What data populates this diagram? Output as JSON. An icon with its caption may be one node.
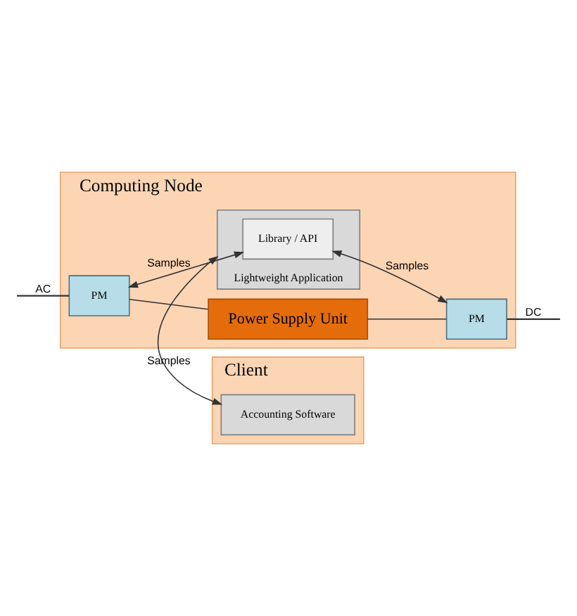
{
  "diagram": {
    "nodes": [
      {
        "text": [
          "Computing Node"
        ]
      },
      {
        "text": [
          "PM"
        ],
        "in": 0
      },
      {
        "text": [
          "Power Supply Unit"
        ],
        "in": 0
      },
      {
        "text": [
          "PM"
        ],
        "in": 0
      },
      {
        "text": [
          "Lightweight Application"
        ],
        "in": 0
      },
      {
        "text": [
          "Library / API"
        ],
        "in": 4
      },
      {
        "text": [
          "Client"
        ]
      },
      {
        "text": [
          "Accounting Software"
        ],
        "in": 6
      }
    ],
    "edges": [
      {
        "from": null,
        "to": 1,
        "arrow": "none",
        "label": "AC"
      },
      {
        "from": 1,
        "to": 2,
        "arrow": "none"
      },
      {
        "from": 2,
        "to": 3,
        "arrow": "none"
      },
      {
        "from": 3,
        "to": null,
        "arrow": "none",
        "label": "DC"
      },
      {
        "from": 1,
        "to": 5,
        "arrow": "both",
        "label": "Samples"
      },
      {
        "from": 3,
        "to": 5,
        "arrow": "both",
        "label": "Samples"
      },
      {
        "from": 4,
        "to": 7,
        "arrow": "both",
        "label": "Samples"
      }
    ]
  }
}
